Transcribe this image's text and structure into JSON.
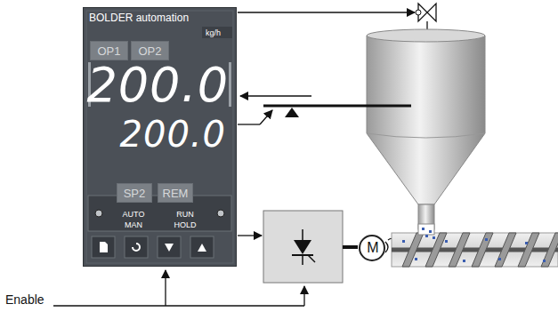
{
  "diagram": {
    "nodes": [
      {
        "text": [
          "BOLDER automation",
          "kg/h",
          "200.0",
          "200.0",
          "AUTO",
          "MAN",
          "RUN",
          "HOLD"
        ]
      },
      {
        "text": [
          "OP1"
        ],
        "in": 0
      },
      {
        "text": [
          "OP2"
        ],
        "in": 0
      },
      {
        "text": [
          "SP2"
        ],
        "in": 0
      },
      {
        "text": [
          "REM"
        ],
        "in": 0
      },
      {
        "text": [
          "M"
        ]
      }
    ],
    "labels": [
      "Enable"
    ]
  }
}
